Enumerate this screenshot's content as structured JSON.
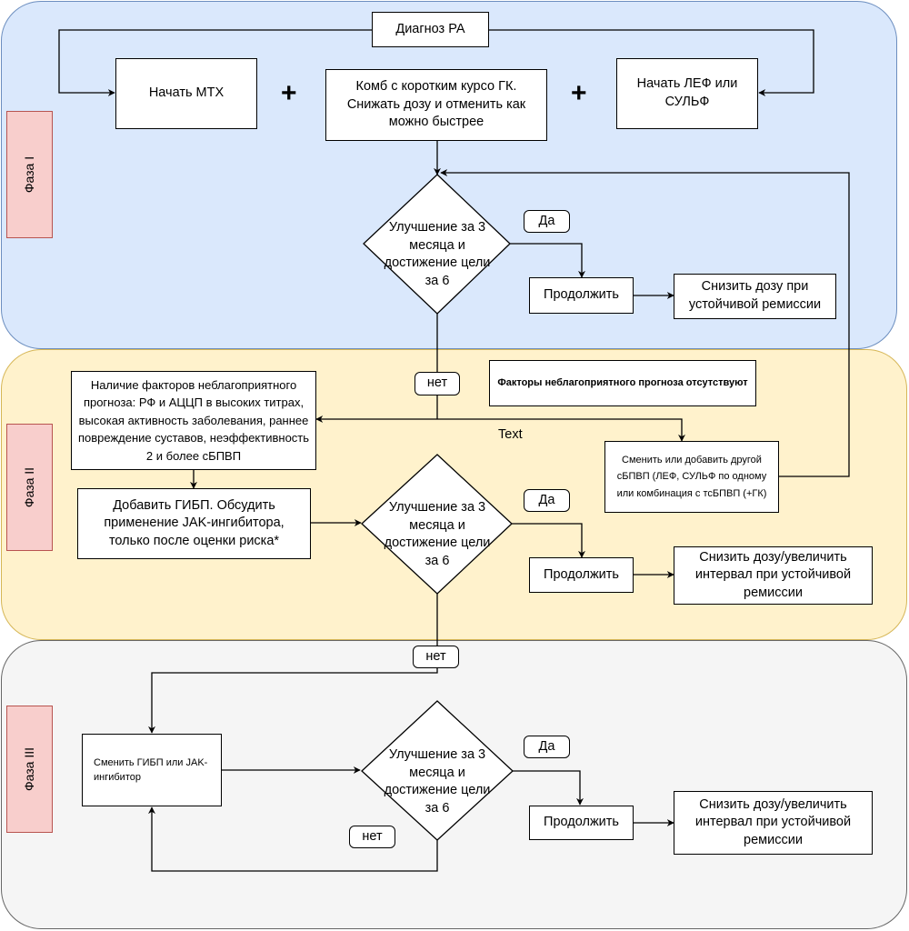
{
  "phases": [
    {
      "label": "Фаза I"
    },
    {
      "label": "Фаза II"
    },
    {
      "label": "Фаза III"
    }
  ],
  "nodes": {
    "diagnosis": "Диагноз РА",
    "start_mtx": "Начать МТХ",
    "combo_gk": "Комб с коротким курсо ГК. Снижать дозу и отменить как можно быстрее",
    "start_lef": "Начать ЛЕФ или СУЛЬФ",
    "plus": "+",
    "decision1": "Улучшение за 3 месяца и достижение цели за 6",
    "yes1": "Да",
    "continue1": "Продолжить",
    "reduce1": "Снизить дозу при устойчивой ремиссии",
    "no1": "нет",
    "factors_present": "Наличие факторов неблагоприятного прогноза: РФ и АЦЦП в высоких титрах, высокая активность заболевания, раннее повреждение суставов, неэффективность 2 и более сБПВП",
    "factors_absent": "Факторы неблагоприятного прогноза отсутствуют",
    "text_label": "Text",
    "switch_dmard": "Сменить или добавить другой сБПВП (ЛЕФ, СУЛЬФ по одному или комбинация с тсБПВП (+ГК)",
    "add_gibp": "Добавить ГИБП. Обсудить применение JAK-ингибитора, только после оценки риска*",
    "decision2": "Улучшение за 3 месяца и достижение цели за 6",
    "yes2": "Да",
    "continue2": "Продолжить",
    "reduce2": "Снизить дозу/увеличить интервал при устойчивой ремиссии",
    "no2": "нет",
    "switch_gibp": "Сменить ГИБП или JAK-ингибитор",
    "decision3": "Улучшение за 3 месяца и достижение цели за 6",
    "yes3": "Да",
    "continue3": "Продолжить",
    "reduce3": "Снизить дозу/увеличить интервал при устойчивой ремиссии",
    "no3": "нет"
  }
}
